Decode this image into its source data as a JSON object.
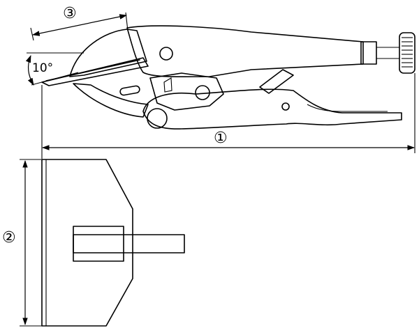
{
  "dimension_labels": {
    "overall_length": "①",
    "jaw_width": "②",
    "jaw_length": "③"
  },
  "angle_label": "10°",
  "stroke_color": "#000000",
  "background_color": "#ffffff"
}
